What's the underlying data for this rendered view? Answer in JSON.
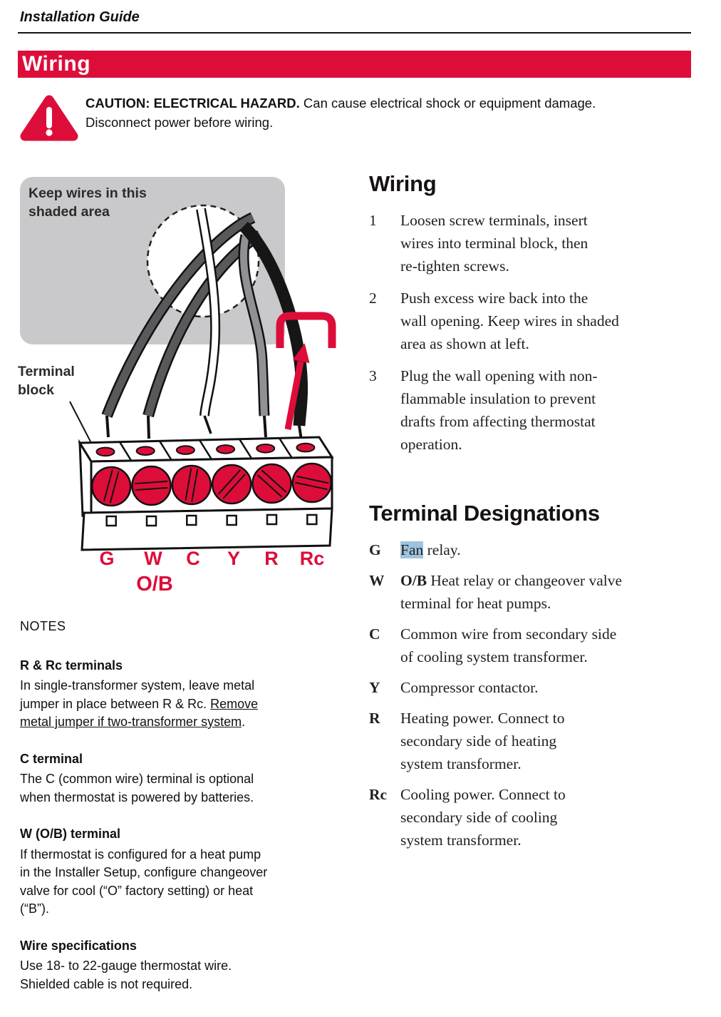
{
  "page": {
    "header_title": "Installation Guide",
    "banner_title": "Wiring"
  },
  "caution": {
    "icon": "warning-triangle-icon",
    "line1_bold": "CAUTION: ELECTRICAL HAZARD.",
    "line1_rest": " Can cause electrical shock or equipment damage.",
    "line2": "Disconnect power before wiring."
  },
  "diagram": {
    "shaded_note_line1": "Keep wires in this",
    "shaded_note_line2": "shaded area",
    "terminal_block_label_line1": "Terminal",
    "terminal_block_label_line2": "block",
    "terminal_labels": [
      "G",
      "W",
      "C",
      "Y",
      "R",
      "Rc"
    ],
    "ob_label": "O/B",
    "colors": {
      "red": "#dd0d3a",
      "shaded_box_gray": "#c9c9cb",
      "wire_dark_gray": "#58595b",
      "wire_mid_gray": "#8f9194",
      "wire_black": "#161616",
      "outline_black": "#111111"
    }
  },
  "notes": {
    "title": "NOTES",
    "sections": [
      {
        "heading": "R & Rc terminals",
        "body_before": "In single-transformer system, leave metal\njumper in place between R & Rc. ",
        "underlined": "Remove\nmetal jumper if two-transformer system",
        "body_after": "."
      },
      {
        "heading": "C terminal",
        "body": "The C (common wire) terminal is optional\nwhen thermostat is powered by batteries."
      },
      {
        "heading": "W (O/B) terminal",
        "body": "If thermostat is configured for a heat pump\nin the Installer Setup, configure changeover\nvalve for cool (“O” factory setting) or heat\n(“B”)."
      },
      {
        "heading": "Wire specifications",
        "body": "Use 18- to 22-gauge thermostat wire.\nShielded cable is not required."
      }
    ]
  },
  "wiring_steps": {
    "title": "Wiring",
    "steps": [
      {
        "num": "1",
        "text": "Loosen screw terminals, insert\nwires into terminal block, then\nre-tighten screws."
      },
      {
        "num": "2",
        "text": "Push excess wire back into the\nwall opening. Keep wires in shaded\narea as shown at left."
      },
      {
        "num": "3",
        "text": "Plug the wall opening with non-\nflammable insulation to prevent\ndrafts from affecting thermostat\noperation."
      }
    ]
  },
  "terminal_designations": {
    "title": "Terminal Designations",
    "highlight_color": "#9dc3de",
    "entries": [
      {
        "key": "G",
        "highlight": "Fan",
        "rest": " relay."
      },
      {
        "key": "W",
        "bold": "O/B",
        "rest": " Heat relay or changeover valve\nterminal for heat pumps."
      },
      {
        "key": "C",
        "rest": "Common wire from secondary side\nof cooling system transformer."
      },
      {
        "key": "Y",
        "rest": "Compressor contactor."
      },
      {
        "key": "R",
        "rest": "Heating power. Connect to\nsecondary side of heating\nsystem transformer."
      },
      {
        "key": "Rc",
        "rest": "Cooling power. Connect to\nsecondary side of cooling\nsystem transformer."
      }
    ]
  }
}
